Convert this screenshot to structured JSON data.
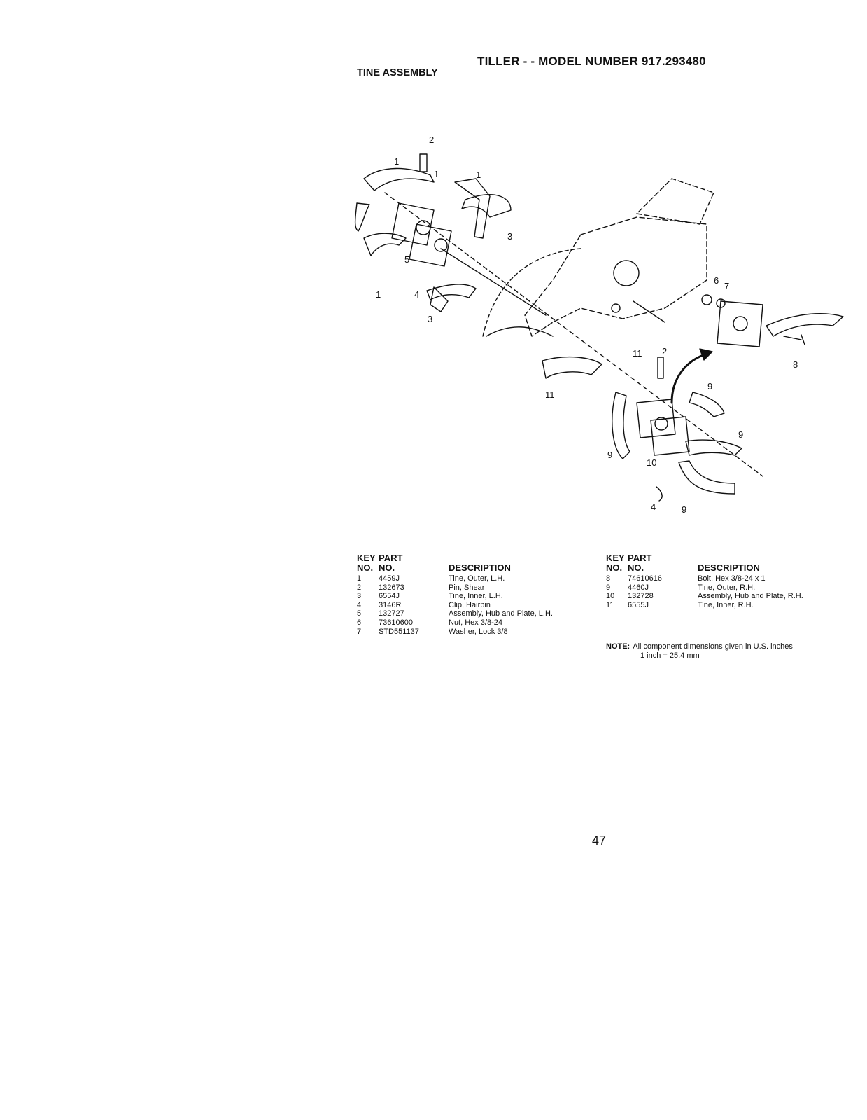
{
  "header": {
    "title": "TILLER - - MODEL NUMBER 917.293480",
    "subtitle": "TINE ASSEMBLY"
  },
  "diagram": {
    "callouts": [
      "2",
      "1",
      "1",
      "1",
      "3",
      "5",
      "4",
      "3",
      "1",
      "6",
      "7",
      "8",
      "11",
      "2",
      "9",
      "11",
      "9",
      "9",
      "10",
      "4",
      "9"
    ]
  },
  "parts_left": {
    "header": {
      "key1": "KEY",
      "key2": "NO.",
      "part1": "PART",
      "part2": "NO.",
      "desc": "DESCRIPTION"
    },
    "rows": [
      {
        "key": "1",
        "part": "4459J",
        "desc": "Tine, Outer, L.H."
      },
      {
        "key": "2",
        "part": "132673",
        "desc": "Pin, Shear"
      },
      {
        "key": "3",
        "part": "6554J",
        "desc": "Tine, Inner, L.H."
      },
      {
        "key": "4",
        "part": "3146R",
        "desc": "Clip, Hairpin"
      },
      {
        "key": "5",
        "part": "132727",
        "desc": "Assembly, Hub and Plate, L.H."
      },
      {
        "key": "6",
        "part": "73610600",
        "desc": "Nut, Hex 3/8-24"
      },
      {
        "key": "7",
        "part": "STD551137",
        "desc": "Washer, Lock 3/8"
      }
    ]
  },
  "parts_right": {
    "header": {
      "key1": "KEY",
      "key2": "NO.",
      "part1": "PART",
      "part2": "NO.",
      "desc": "DESCRIPTION"
    },
    "rows": [
      {
        "key": "8",
        "part": "74610616",
        "desc": "Bolt, Hex 3/8-24 x 1"
      },
      {
        "key": "9",
        "part": "4460J",
        "desc": "Tine, Outer, R.H."
      },
      {
        "key": "10",
        "part": "132728",
        "desc": "Assembly, Hub and Plate, R.H."
      },
      {
        "key": "11",
        "part": "6555J",
        "desc": "Tine, Inner, R.H."
      }
    ]
  },
  "note": {
    "label": "NOTE:",
    "line1": "All component dimensions given in U.S. inches",
    "line2": "1 inch = 25.4 mm"
  },
  "page_number": "47"
}
